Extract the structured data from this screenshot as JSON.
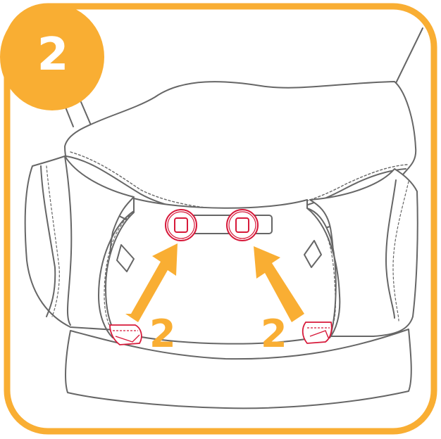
{
  "step": {
    "number": "2"
  },
  "callouts": [
    {
      "label": "2",
      "side": "left"
    },
    {
      "label": "2",
      "side": "right"
    }
  ],
  "colors": {
    "accent": "#F9AE33",
    "highlight": "#D7193A",
    "line": "#666666",
    "background": "#FFFFFF"
  },
  "illustration": {
    "subject": "baby carrier waist belt with hood",
    "highlighted_parts": [
      "left-buckle-button",
      "right-buckle-button",
      "left-strap-loop",
      "right-strap-loop"
    ],
    "arrows": [
      {
        "direction": "up-right",
        "from": "left-strap-loop",
        "to": "left-buckle-button"
      },
      {
        "direction": "up-left",
        "from": "right-strap-loop",
        "to": "right-buckle-button"
      }
    ]
  }
}
